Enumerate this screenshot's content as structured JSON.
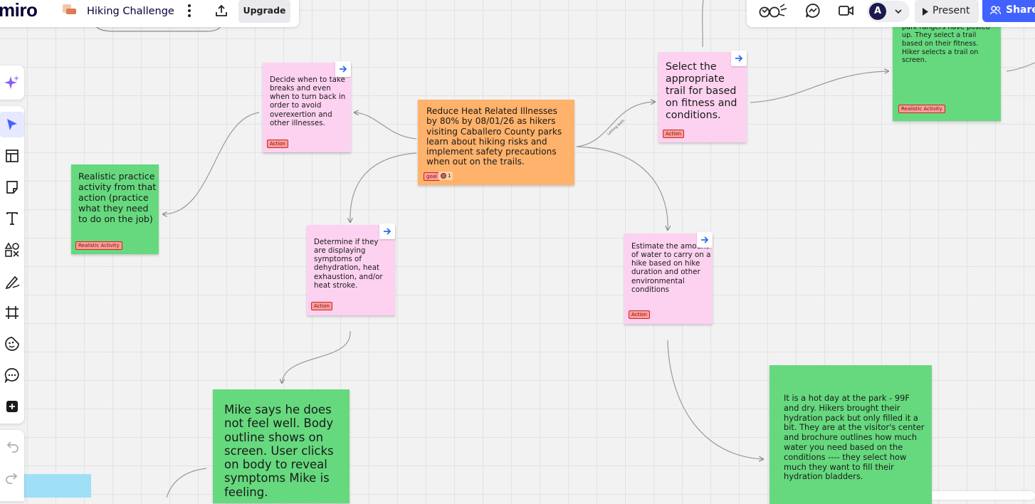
{
  "header": {
    "logo": "miro",
    "board_title": "Hiking Challenge",
    "menu_icon": "more-vertical-icon",
    "export_icon": "upload-icon",
    "upgrade_label": "Upgrade"
  },
  "top_right": {
    "reactions_icon": "reactions-icon",
    "chat_icon": "chat-icon",
    "video_icon": "video-icon",
    "avatar_initial": "A",
    "present_label": "Present",
    "share_label": "Share",
    "accent_color": "#4262ff",
    "avatar_color": "#1a1a4e"
  },
  "left_toolbar": {
    "items": [
      {
        "name": "ai-sparkle-icon"
      },
      {
        "name": "select-cursor-icon"
      },
      {
        "name": "templates-icon"
      },
      {
        "name": "sticky-note-icon"
      },
      {
        "name": "text-icon"
      },
      {
        "name": "shapes-icon"
      },
      {
        "name": "pen-icon"
      },
      {
        "name": "frame-icon"
      },
      {
        "name": "stickers-icon"
      },
      {
        "name": "comment-icon"
      },
      {
        "name": "add-more-icon"
      },
      {
        "name": "undo-icon"
      },
      {
        "name": "redo-icon"
      }
    ]
  },
  "notes": {
    "goal": {
      "text": "Reduce Heat Related Illnesses by 80% by 08/01/26 as hikers visiting Caballero County parks learn about hiking risks and implement safety precautions when out on the trails.",
      "tag": "goal",
      "reaction_count": "1"
    },
    "breaks": {
      "text": "Decide when to take breaks and even when to turn back in order to avoid overexertion and other illnesses.",
      "tag": "Action"
    },
    "select_trail": {
      "text": "Select the appropriate trail for based on fitness and conditions.",
      "tag": "Action"
    },
    "symptoms": {
      "text": "Determine if they are displaying symptoms of dehydration, heat exhaustion, and/or heat stroke.",
      "tag": "Action"
    },
    "water": {
      "text": "Estimate the amount of water to carry on a hike based on hike duration and other environmental conditions",
      "tag": "Action"
    },
    "realistic_left": {
      "text": "Realistic practice activity from that action (practice what they need to do on the job)",
      "tag": "Realistic Activity"
    },
    "hikers_center": {
      "text": "Hikers get to visitor's center and see new, more accurate maps that the park rangers have posted up. They select a trail based on their fitness. Hiker selects a trail on screen.",
      "tag": "Realistic Activity"
    },
    "mike": {
      "text": "Mike says he does not feel well. Body outline shows on screen. User clicks on body to reveal symptoms Mike is feeling."
    },
    "hot_day": {
      "text": "It is a hot day at the park - 99F and dry. Hikers brought their hydration pack but only filled it a bit. They are at the visitor's center and brochure outlines how much water you need based on the conditions ---- they select how much they want to fill their hydration bladders."
    }
  },
  "connector_label": "Letting both"
}
